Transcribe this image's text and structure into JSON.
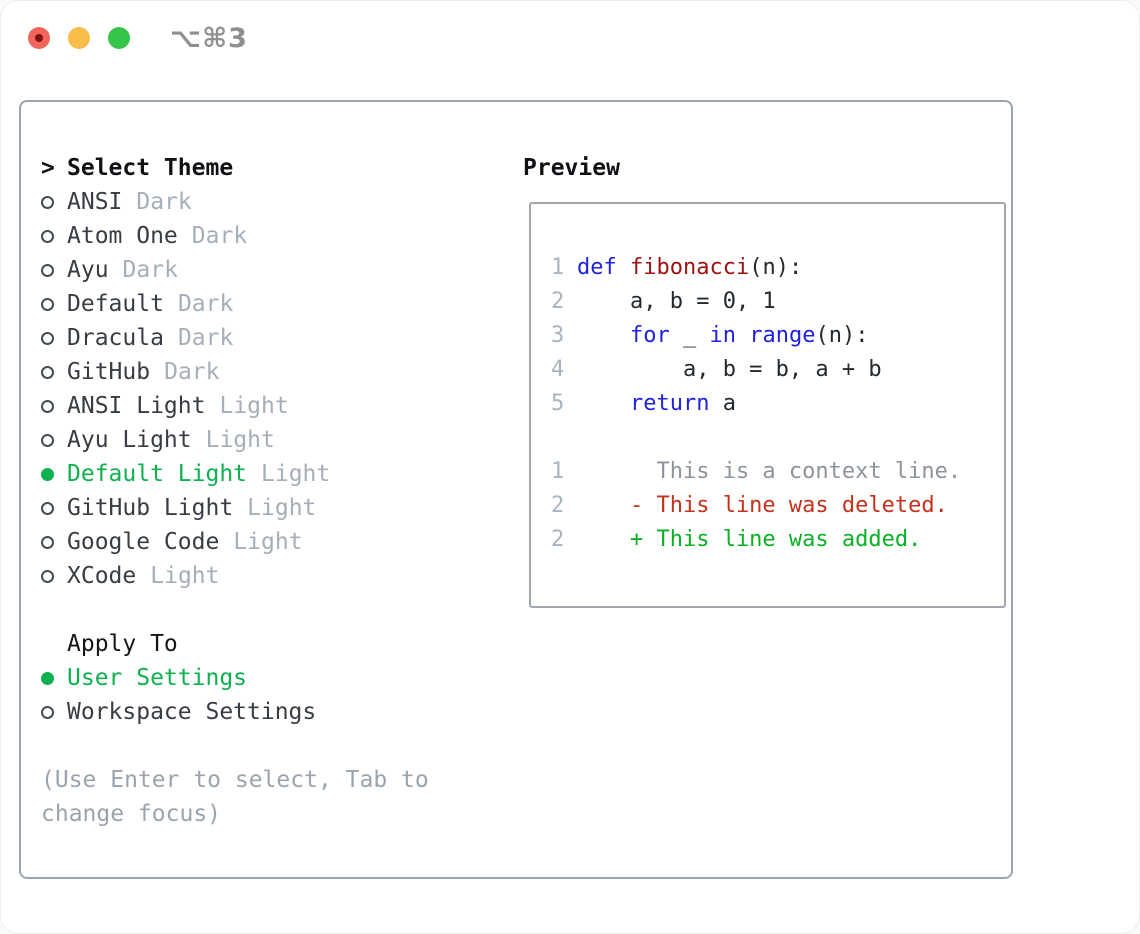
{
  "window": {
    "shortcut_label": "⌥⌘3"
  },
  "colors": {
    "selection_green": "#0EB150",
    "added_green": "#0BB123",
    "deleted_red": "#C4321C",
    "keyword_blue": "#2121DE",
    "function_name_red": "#9E1111",
    "context_gray": "#8E949B",
    "traffic_red": "#F2655C",
    "traffic_yellow": "#F8BD4B",
    "traffic_green": "#35C649"
  },
  "theme_panel": {
    "cursor": ">",
    "title": "Select Theme",
    "items": [
      {
        "name": "ANSI",
        "variant": "Dark",
        "selected": false
      },
      {
        "name": "Atom One",
        "variant": "Dark",
        "selected": false
      },
      {
        "name": "Ayu",
        "variant": "Dark",
        "selected": false
      },
      {
        "name": "Default",
        "variant": "Dark",
        "selected": false
      },
      {
        "name": "Dracula",
        "variant": "Dark",
        "selected": false
      },
      {
        "name": "GitHub",
        "variant": "Dark",
        "selected": false
      },
      {
        "name": "ANSI Light",
        "variant": "Light",
        "selected": false
      },
      {
        "name": "Ayu Light",
        "variant": "Light",
        "selected": false
      },
      {
        "name": "Default Light",
        "variant": "Light",
        "selected": true
      },
      {
        "name": "GitHub Light",
        "variant": "Light",
        "selected": false
      },
      {
        "name": "Google Code",
        "variant": "Light",
        "selected": false
      },
      {
        "name": "XCode",
        "variant": "Light",
        "selected": false
      }
    ],
    "apply_to": {
      "title": "Apply To",
      "options": [
        {
          "label": "User Settings",
          "selected": true
        },
        {
          "label": "Workspace Settings",
          "selected": false
        }
      ]
    },
    "hint": "(Use Enter to select, Tab to change focus)"
  },
  "preview": {
    "title": "Preview",
    "lines": [
      {
        "num": "1",
        "segs": [
          {
            "t": "def"
          },
          {
            "t": " "
          },
          {
            "t": "fibonacci"
          },
          {
            "t": "(n):"
          }
        ]
      },
      {
        "num": "2",
        "segs": [
          {
            "t": "    a, b = 0, 1"
          }
        ]
      },
      {
        "num": "3",
        "segs": [
          {
            "t": "    "
          },
          {
            "t": "for"
          },
          {
            "t": " _ "
          },
          {
            "t": "in"
          },
          {
            "t": " "
          },
          {
            "t": "range"
          },
          {
            "t": "(n):"
          }
        ]
      },
      {
        "num": "4",
        "segs": [
          {
            "t": "        a, b = b, a + b"
          }
        ]
      },
      {
        "num": "5",
        "segs": [
          {
            "t": "    "
          },
          {
            "t": "return"
          },
          {
            "t": " a"
          }
        ]
      },
      {
        "num": "",
        "segs": [
          {
            "t": ""
          }
        ]
      },
      {
        "num": "1",
        "segs": [
          {
            "t": "      This is a context line."
          }
        ]
      },
      {
        "num": "2",
        "segs": [
          {
            "t": "    - This line was deleted."
          }
        ]
      },
      {
        "num": "2",
        "segs": [
          {
            "t": "    + This line was added."
          }
        ]
      }
    ]
  }
}
